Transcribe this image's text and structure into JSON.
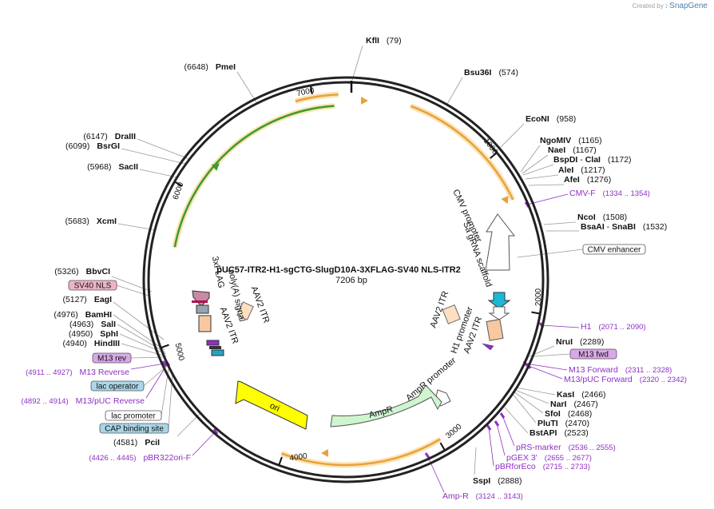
{
  "credit": {
    "prefix": "Created by",
    "brand": "SnapGene"
  },
  "plasmid": {
    "name": "pUC57-ITR2-H1-sgCTG-SlugD10A-3XFLAG-SV40 NLS-ITR2",
    "size_label": "7206 bp",
    "length": 7206
  },
  "colors": {
    "backbone": "#222222",
    "orange": "#e9a13b",
    "green": "#3c9b2c",
    "purple": "#8e2fc4",
    "leader": "#999999"
  },
  "ticks": [
    {
      "pos": 1000,
      "label": "1000"
    },
    {
      "pos": 2000,
      "label": "2000"
    },
    {
      "pos": 3000,
      "label": "3000"
    },
    {
      "pos": 4000,
      "label": "4000"
    },
    {
      "pos": 5000,
      "label": "5000"
    },
    {
      "pos": 6000,
      "label": "6000"
    },
    {
      "pos": 7000,
      "label": "7000"
    }
  ],
  "enzymes": [
    {
      "name": "KflI",
      "pos": "(79)"
    },
    {
      "name": "Bsu36I",
      "pos": "(574)"
    },
    {
      "name": "EcoNI",
      "pos": "(958)"
    },
    {
      "name": "NgoMIV",
      "pos": "(1165)"
    },
    {
      "name": "NaeI",
      "pos": "(1167)"
    },
    {
      "name": "BspDI",
      "sep": "- ",
      "name2": "ClaI",
      "pos": "(1172)"
    },
    {
      "name": "AleI",
      "pos": "(1217)"
    },
    {
      "name": "AfeI",
      "pos": "(1276)"
    },
    {
      "name": "NcoI",
      "pos": "(1508)"
    },
    {
      "name": "BsaAI",
      "sep": "- ",
      "name2": "SnaBI",
      "pos": "(1532)"
    },
    {
      "name": "NruI",
      "pos": "(2289)"
    },
    {
      "name": "KasI",
      "pos": "(2466)"
    },
    {
      "name": "NarI",
      "pos": "(2467)"
    },
    {
      "name": "SfoI",
      "pos": "(2468)"
    },
    {
      "name": "PluTI",
      "pos": "(2470)"
    },
    {
      "name": "BstAPI",
      "pos": "(2523)"
    },
    {
      "name": "SspI",
      "pos": "(2888)"
    },
    {
      "name": "PciI",
      "pos": "(4581)"
    },
    {
      "name": "HindIII",
      "pos": "(4940)"
    },
    {
      "name": "SphI",
      "pos": "(4950)"
    },
    {
      "name": "SalI",
      "pos": "(4963)"
    },
    {
      "name": "BamHI",
      "pos": "(4976)"
    },
    {
      "name": "EagI",
      "pos": "(5127)"
    },
    {
      "name": "BbvCI",
      "pos": "(5326)"
    },
    {
      "name": "XcmI",
      "pos": "(5683)"
    },
    {
      "name": "SacII",
      "pos": "(5968)"
    },
    {
      "name": "BsrGI",
      "pos": "(6099)"
    },
    {
      "name": "DraIII",
      "pos": "(6147)"
    },
    {
      "name": "PmeI",
      "pos": "(6648)"
    }
  ],
  "primers": [
    {
      "name": "CMV-F",
      "range": "(1334 .. 1354)"
    },
    {
      "name": "H1",
      "range": "(2071 .. 2090)"
    },
    {
      "name": "M13 Forward",
      "range": "(2311 .. 2328)"
    },
    {
      "name": "M13/pUC Forward",
      "range": "(2320 .. 2342)"
    },
    {
      "name": "pRS-marker",
      "range": "(2536 .. 2555)"
    },
    {
      "name": "pGEX 3'",
      "range": "(2655 .. 2677)"
    },
    {
      "name": "pBRforEco",
      "range": "(2715 .. 2733)"
    },
    {
      "name": "Amp-R",
      "range": "(3124 .. 3143)"
    },
    {
      "name": "pBR322ori-F",
      "range": "(4426 .. 4445)"
    },
    {
      "name": "M13 Reverse",
      "range": "(4911 .. 4927)"
    },
    {
      "name": "M13/pUC Reverse",
      "range": "(4892 .. 4914)"
    }
  ],
  "boxed_features": [
    {
      "name": "CMV enhancer",
      "fill": "#ffffff"
    },
    {
      "name": "M13 fwd",
      "fill": "#d9a8e8"
    },
    {
      "name": "SV40 NLS",
      "fill": "#efb3c7"
    },
    {
      "name": "M13 rev",
      "fill": "#d9a8e8"
    },
    {
      "name": "lac operator",
      "fill": "#a9d6e8"
    },
    {
      "name": "lac promoter",
      "fill": "#ffffff"
    },
    {
      "name": "CAP binding site",
      "fill": "#a9d6e8"
    }
  ],
  "inner_features": [
    {
      "name": "CMV promoter"
    },
    {
      "name": "Sa gRNA scaffold"
    },
    {
      "name": "AAV2 ITR"
    },
    {
      "name": "H1 promoter"
    },
    {
      "name": "AAV2 ITR"
    },
    {
      "name": "AmpR promoter"
    },
    {
      "name": "AmpR"
    },
    {
      "name": "ori"
    },
    {
      "name": "AAV2 ITR"
    },
    {
      "name": "poly(A) signal"
    },
    {
      "name": "3xFLAG"
    },
    {
      "name": "AAV2 ITR"
    }
  ]
}
